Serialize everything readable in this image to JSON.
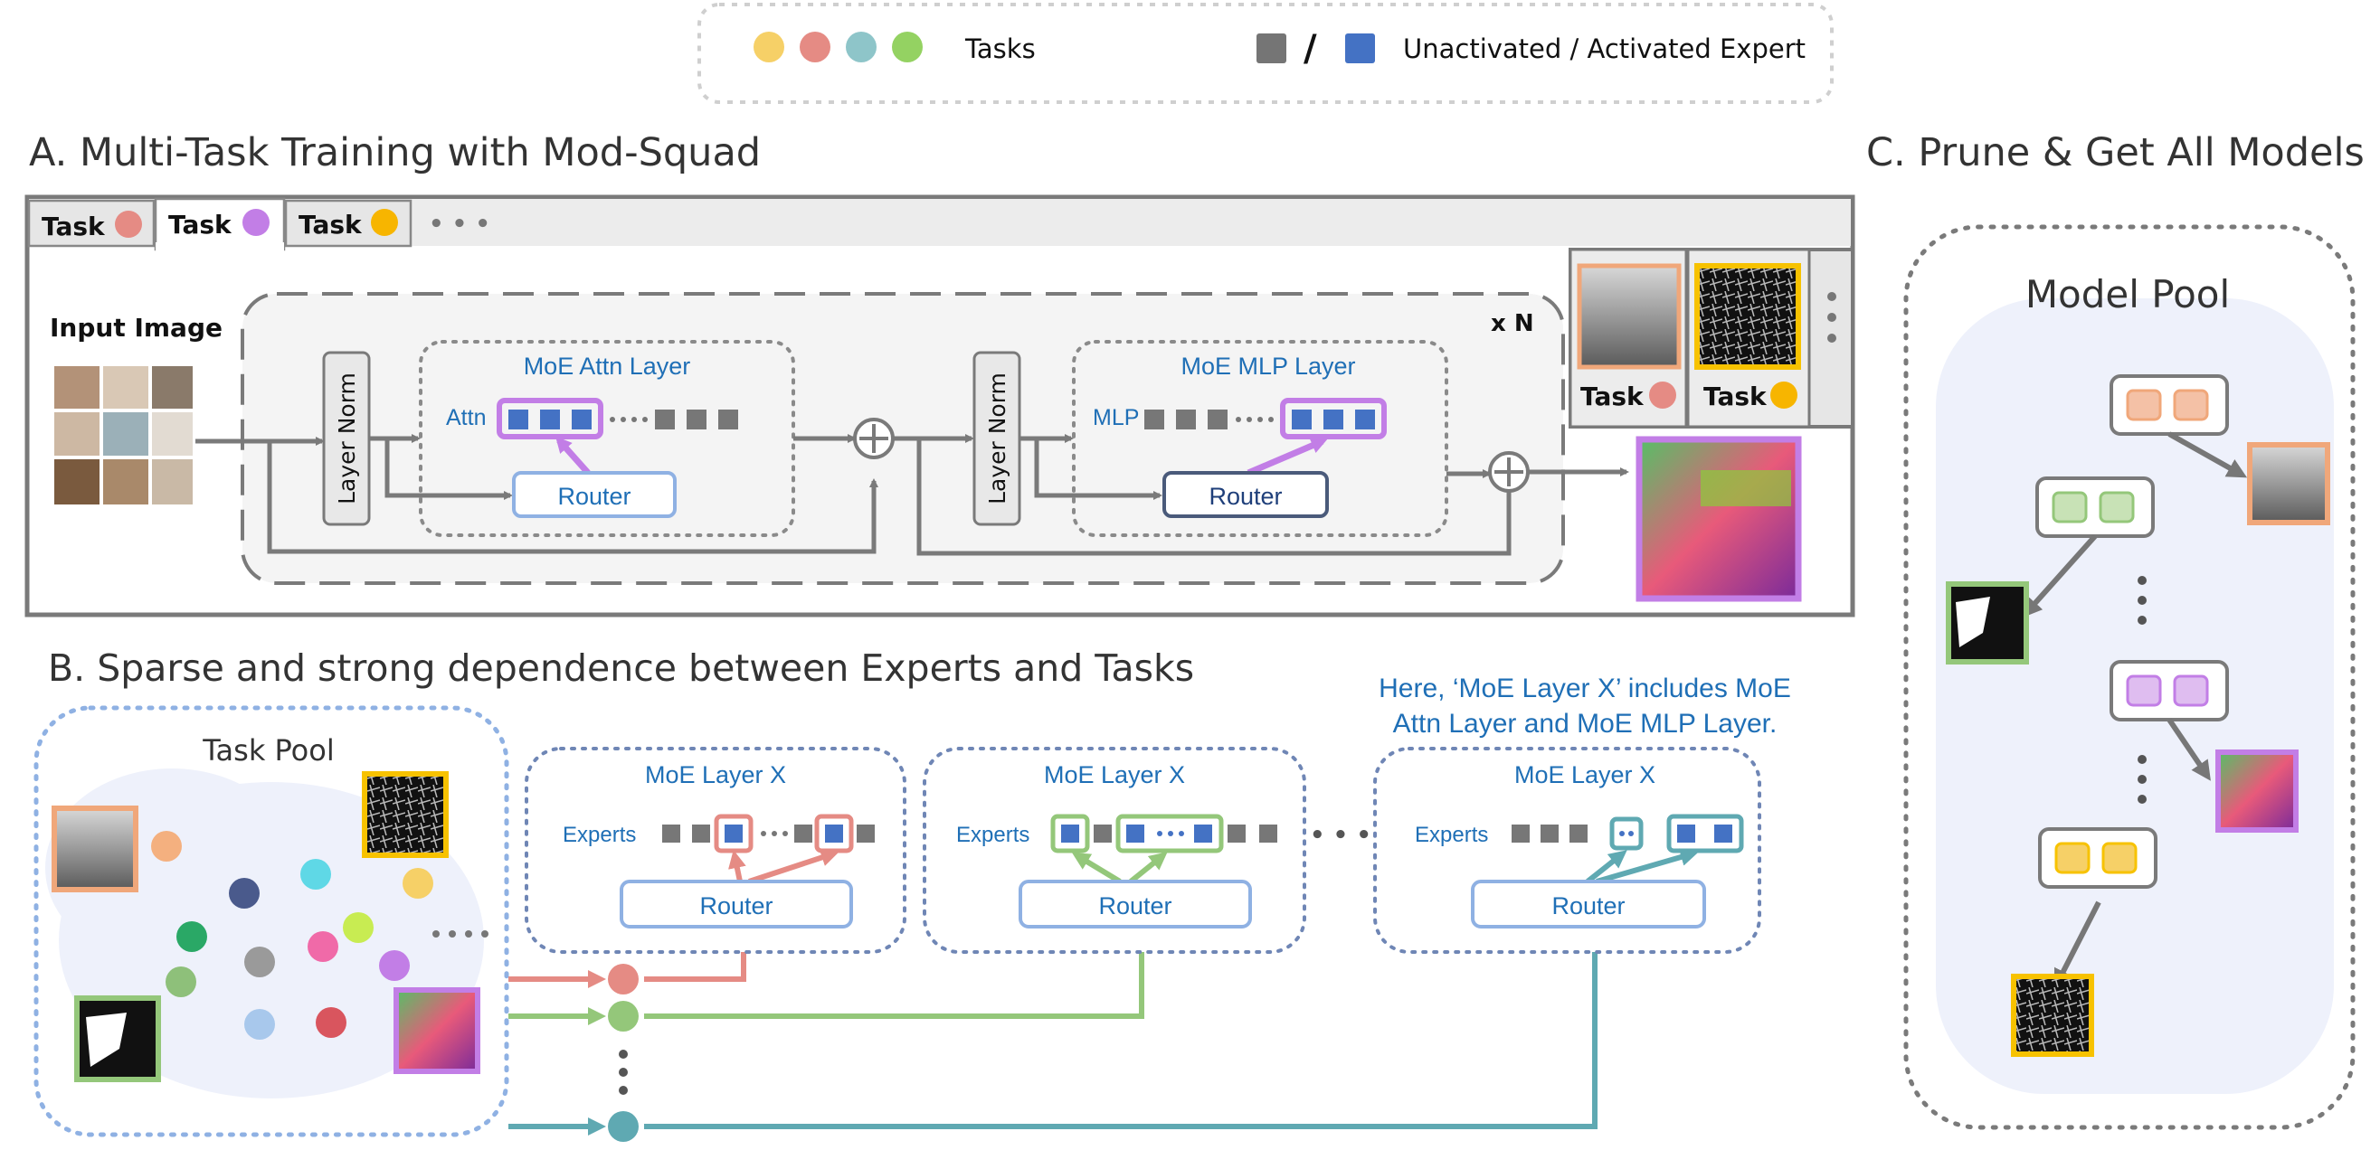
{
  "legend": {
    "tasks_label": "Tasks",
    "slash": "/",
    "experts_label": "Unactivated / Activated Expert",
    "task_colors": [
      "#f6d067",
      "#e58b84",
      "#8ec5c9",
      "#94d262"
    ],
    "unactivated_color": "#757575",
    "activated_color": "#4472c4"
  },
  "section_a": {
    "title": "A. Multi-Task Training with Mod-Squad",
    "tabs": [
      {
        "label": "Task",
        "dot_color": "#e58b84"
      },
      {
        "label": "Task",
        "dot_color": "#c27ee6"
      },
      {
        "label": "Task",
        "dot_color": "#f7b500"
      }
    ],
    "tabs_more": "• • •",
    "input_label": "Input Image",
    "repeat_label": "x N",
    "layer_norm": "Layer Norm",
    "attn_layer_title": "MoE Attn Layer",
    "attn_label": "Attn",
    "mlp_layer_title": "MoE MLP Layer",
    "mlp_label": "MLP",
    "router_label": "Router",
    "output_tasks": [
      {
        "label": "Task",
        "dot_color": "#e58b84"
      },
      {
        "label": "Task",
        "dot_color": "#f7b500"
      }
    ]
  },
  "section_b": {
    "title": "B. Sparse and strong dependence between Experts and Tasks",
    "note_line1": "Here, ‘MoE Layer X’ includes MoE",
    "note_line2": "Attn Layer and MoE MLP Layer.",
    "task_pool_title": "Task Pool",
    "moe_title": "MoE Layer X",
    "experts_label": "Experts",
    "router_label": "Router",
    "ellipsis": "• • •"
  },
  "section_c": {
    "title": "C. Prune & Get All Models",
    "pool_title": "Model Pool"
  },
  "colors": {
    "accent_blue": "#1f6fb6",
    "purple": "#c27ee6",
    "salmon": "#e58b84",
    "green": "#94c77a",
    "teal": "#5fa9b2",
    "orange": "#f0a77a",
    "yellow": "#f7c200",
    "grey": "#7a7a7a"
  }
}
